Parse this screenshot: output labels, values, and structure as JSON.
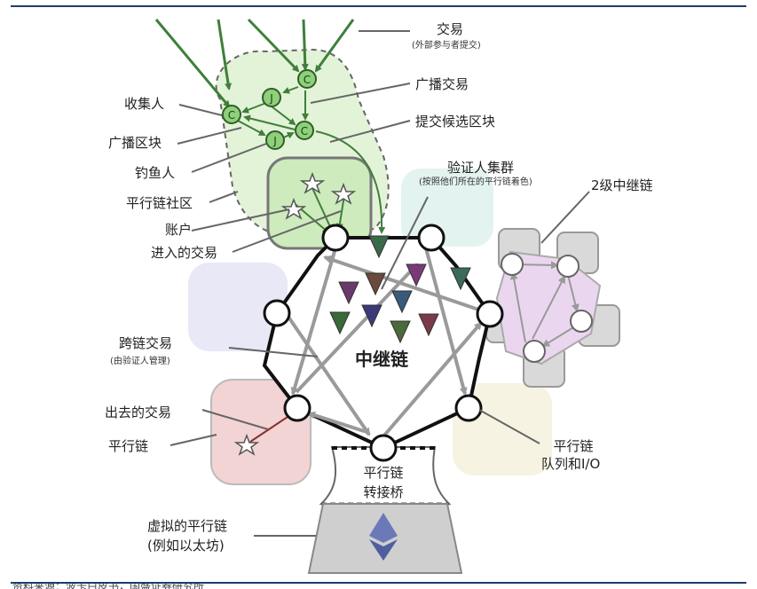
{
  "labels": {
    "transaction": "交易",
    "transaction_sub": "(外部参与者提交)",
    "broadcast_tx": "广播交易",
    "submit_candidate": "提交候选区块",
    "collator": "收集人",
    "broadcast_block": "广播区块",
    "fisherman": "钓鱼人",
    "parachain_community": "平行链社区",
    "account": "账户",
    "incoming_tx": "进入的交易",
    "validator_group": "验证人集群",
    "validator_group_sub": "(按照他们所在的平行链着色)",
    "level2_relay": "2级中继链",
    "relay_chain": "中继链",
    "cross_chain_tx": "跨链交易",
    "cross_chain_tx_sub": "(由验证人管理)",
    "outgoing_tx": "出去的交易",
    "parachain": "平行链",
    "parachain_queue": "平行链",
    "parachain_queue_2": "队列和I/O",
    "bridge_1": "平行链",
    "bridge_2": "转接桥",
    "virtual_parachain_1": "虚拟的平行链",
    "virtual_parachain_2": "(例如以太坊)"
  },
  "glyphs": {
    "collator_letter": "C",
    "fisherman_letter": "J"
  },
  "colors": {
    "rule": "#1f3c6e",
    "community_green": "#cdebbc",
    "arrow_green": "#3f7f3a",
    "parachain_red": "#f2d4d4",
    "level2_purple": "#ead7ef"
  },
  "source_note": "资料来源：波卡白皮书，国盛证券研究所"
}
